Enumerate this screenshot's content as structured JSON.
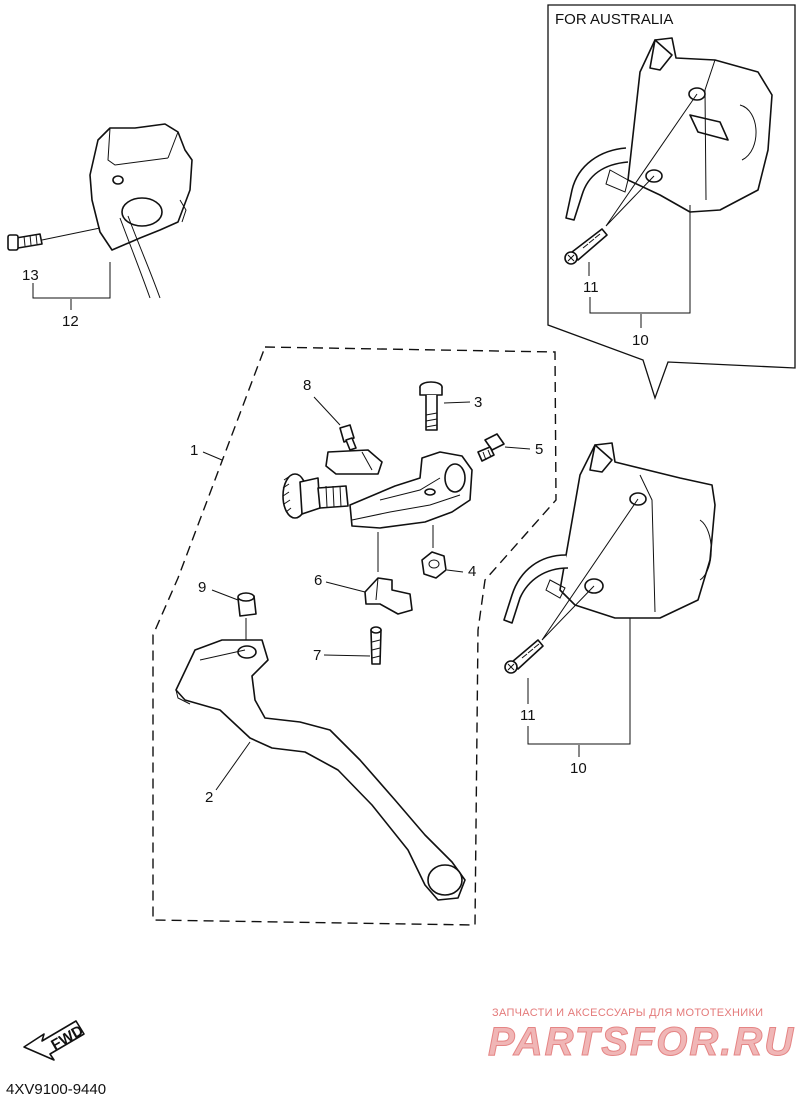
{
  "australia_box": {
    "label": "FOR AUSTRALIA"
  },
  "callouts": {
    "p1": "1",
    "p2": "2",
    "p3": "3",
    "p4": "4",
    "p5": "5",
    "p6": "6",
    "p7": "7",
    "p8": "8",
    "p9": "9",
    "p10_main": "10",
    "p11_main": "11",
    "p10_au": "10",
    "p11_au": "11",
    "p12": "12",
    "p13": "13"
  },
  "fwd_label": "FWD",
  "diagram_code": "4XV9100-9440",
  "watermark": {
    "tagline": "ЗАПЧАСТИ И АКСЕССУАРЫ ДЛЯ МОТОТЕХНИКИ",
    "brand": "PARTSFOR.RU"
  },
  "colors": {
    "line": "#111111",
    "background": "#ffffff",
    "watermark": "#e58585"
  }
}
